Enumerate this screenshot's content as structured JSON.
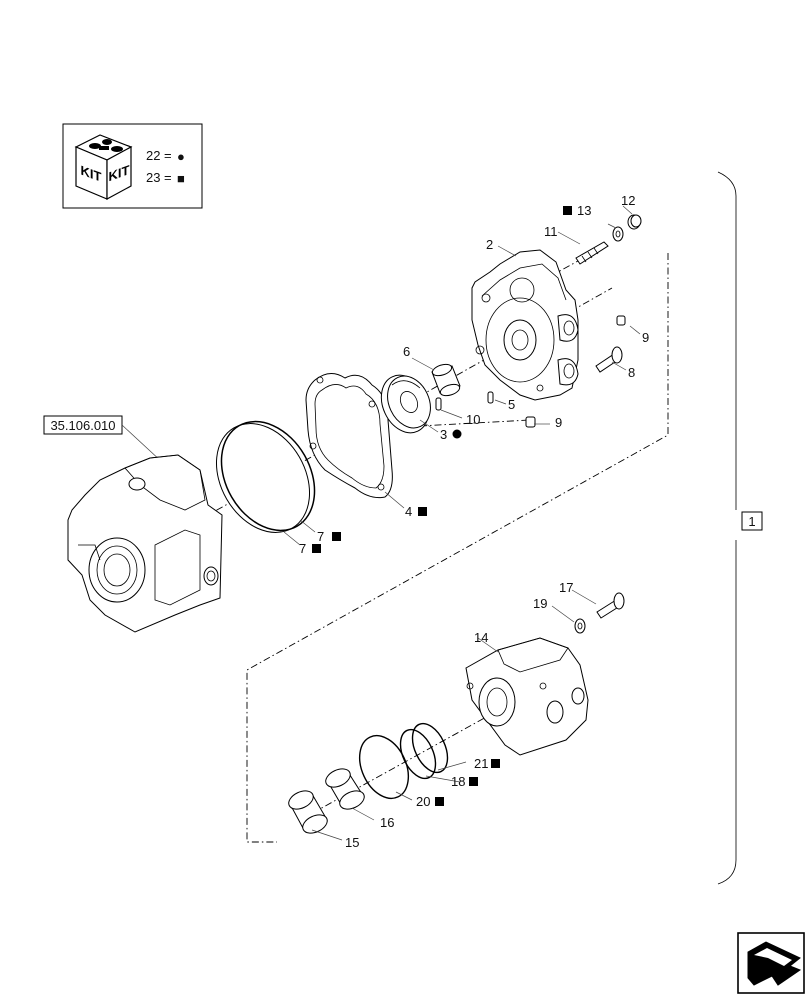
{
  "kit_legend": {
    "kit_word": "KIT",
    "rows": [
      {
        "number": "22",
        "equals": "=",
        "symbol": "●"
      },
      {
        "number": "23",
        "equals": "=",
        "symbol": "■"
      }
    ]
  },
  "reference_box": "35.106.010",
  "assembly_index": "1",
  "callouts": {
    "c2": "2",
    "c3": "3",
    "c4": "4",
    "c5": "5",
    "c6": "6",
    "c7a": "7",
    "c7b": "7",
    "c8": "8",
    "c9a": "9",
    "c9b": "9",
    "c10": "10",
    "c11": "11",
    "c12": "12",
    "c13": "13",
    "c14": "14",
    "c15": "15",
    "c16": "16",
    "c17": "17",
    "c18": "18",
    "c19": "19",
    "c20": "20",
    "c21": "21"
  },
  "markers": {
    "circle": "●",
    "square": "■"
  }
}
